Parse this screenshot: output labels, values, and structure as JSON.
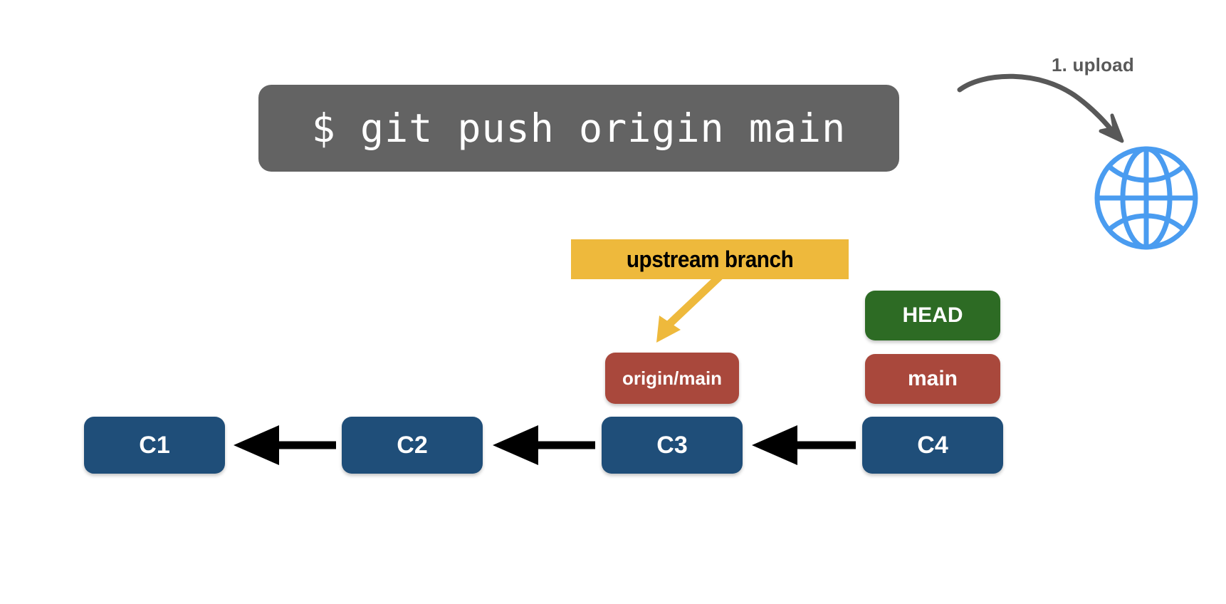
{
  "diagram": {
    "title": "git push origin main",
    "background": "#ffffff"
  },
  "terminal": {
    "command": "$ git push origin main",
    "background": "#636363",
    "text_color": "#ffffff"
  },
  "annotation": {
    "step_label": "1. upload",
    "step_color": "#595959",
    "arrow": "curved-sketch-arrow"
  },
  "remote": {
    "icon": "globe-icon",
    "color": "#4a9cf0"
  },
  "callout": {
    "label": "upstream branch",
    "background": "#eeb93c",
    "text_color": "#000000",
    "arrow_color": "#eeb93c",
    "points_to": "origin/main"
  },
  "commits": [
    {
      "id": "c1",
      "label": "C1",
      "color": "#1f4e79"
    },
    {
      "id": "c2",
      "label": "C2",
      "color": "#1f4e79"
    },
    {
      "id": "c3",
      "label": "C3",
      "color": "#1f4e79"
    },
    {
      "id": "c4",
      "label": "C4",
      "color": "#1f4e79"
    }
  ],
  "refs": {
    "remote_tracking": {
      "label": "origin/main",
      "color": "#a9483c",
      "attached_to": "C3"
    },
    "local_branch": {
      "label": "main",
      "color": "#a9483c",
      "attached_to": "C4"
    },
    "head": {
      "label": "HEAD",
      "color": "#2d6b24",
      "attached_to": "main"
    }
  },
  "edges": [
    {
      "from": "C2",
      "to": "C1",
      "color": "#000000"
    },
    {
      "from": "C3",
      "to": "C2",
      "color": "#000000"
    },
    {
      "from": "C4",
      "to": "C3",
      "color": "#000000"
    }
  ]
}
